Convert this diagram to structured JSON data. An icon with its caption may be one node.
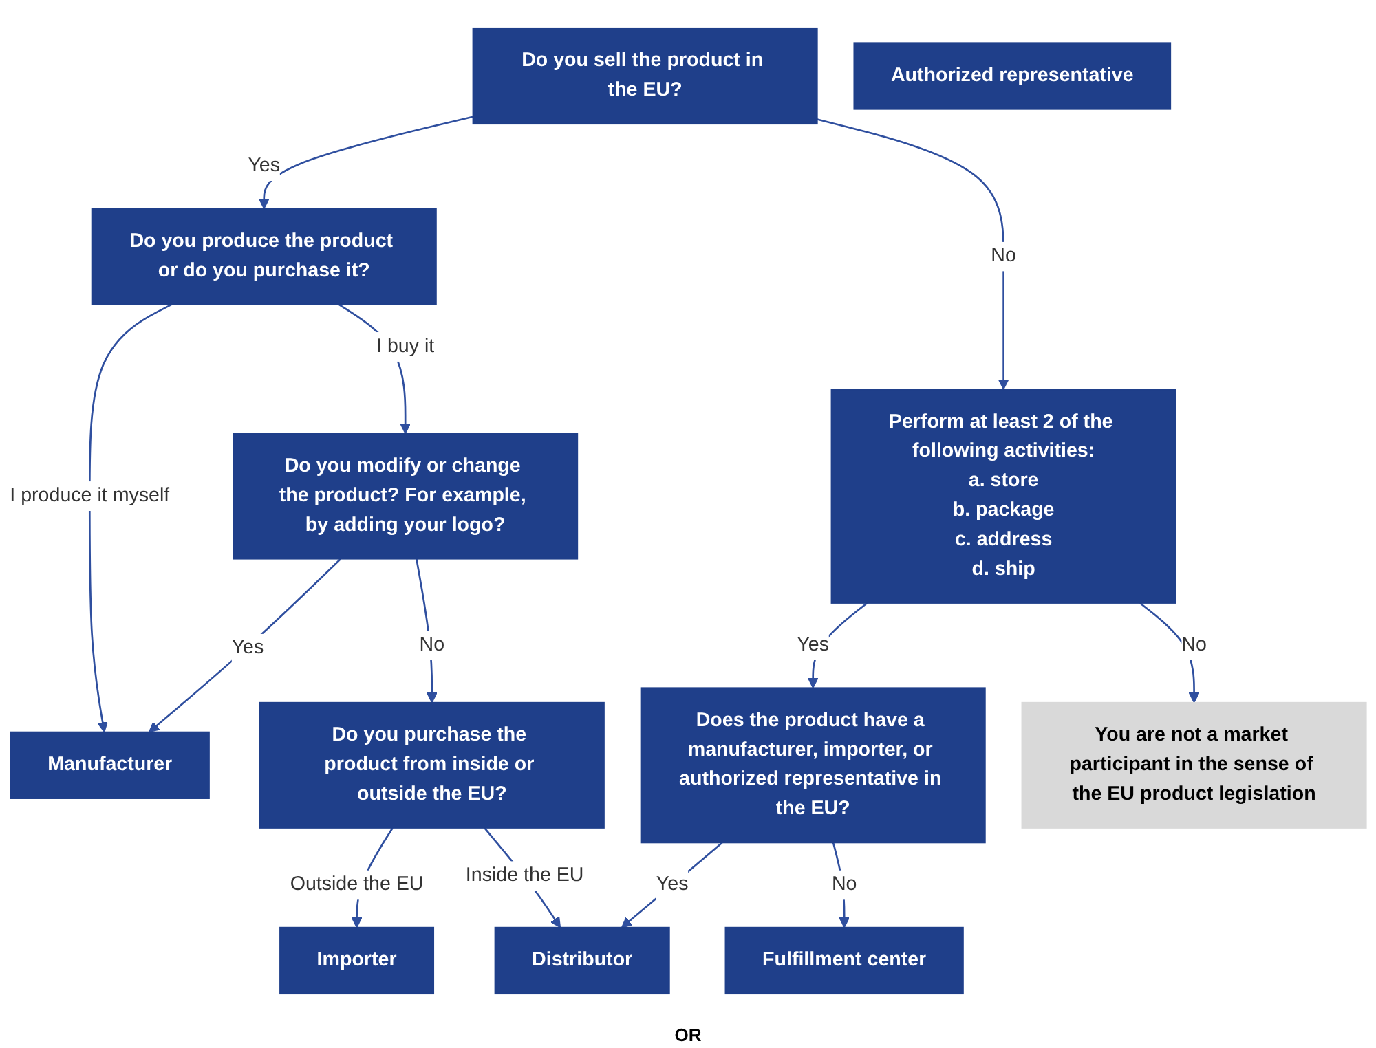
{
  "diagram": {
    "nodes": [
      {
        "text": [
          "Do you sell the product in the EU?"
        ]
      },
      {
        "text": [
          "Do you produce the product or do you purchase it?"
        ]
      },
      {
        "text": [
          "Perform at least 2 of the following activities:",
          "a. store",
          "b. package",
          "c. address",
          "d. ship"
        ]
      },
      {
        "text": [
          "Do you modify or change the product? For example, by adding your logo?"
        ]
      },
      {
        "text": [
          "Does the product have a manufacturer, importer, or authorized representative in the EU?"
        ]
      },
      {
        "text": [
          "Do you purchase the product from inside or outside the EU?"
        ]
      },
      {
        "text": [
          "Manufacturer"
        ]
      },
      {
        "text": [
          "Authorized representative"
        ]
      },
      {
        "text": [
          "Importer"
        ]
      },
      {
        "text": [
          "Distributor"
        ]
      },
      {
        "text": [
          "Fulfillment center"
        ]
      },
      {
        "text": [
          "You are not a market participant in the sense of the EU product legislation"
        ]
      }
    ],
    "edges": [
      {
        "from": 0,
        "to": 1,
        "arrow": "to",
        "label": "Yes"
      },
      {
        "from": 0,
        "to": 2,
        "arrow": "to",
        "label": "No"
      },
      {
        "from": 1,
        "to": 6,
        "arrow": "to",
        "label": "I produce it myself"
      },
      {
        "from": 1,
        "to": 3,
        "arrow": "to",
        "label": "I buy it"
      },
      {
        "from": 3,
        "to": 6,
        "arrow": "to",
        "label": "Yes"
      },
      {
        "from": 3,
        "to": 5,
        "arrow": "to",
        "label": "No"
      },
      {
        "from": 5,
        "to": 8,
        "arrow": "to",
        "label": "Outside the EU"
      },
      {
        "from": 5,
        "to": 9,
        "arrow": "to",
        "label": "Inside the EU"
      },
      {
        "from": 2,
        "to": 4,
        "arrow": "to",
        "label": "Yes"
      },
      {
        "from": 2,
        "to": 11,
        "arrow": "to",
        "label": "No"
      },
      {
        "from": 4,
        "to": 9,
        "arrow": "to",
        "label": "Yes"
      },
      {
        "from": 4,
        "to": 10,
        "arrow": "to",
        "label": "No"
      }
    ],
    "labels": [
      "OR"
    ]
  }
}
